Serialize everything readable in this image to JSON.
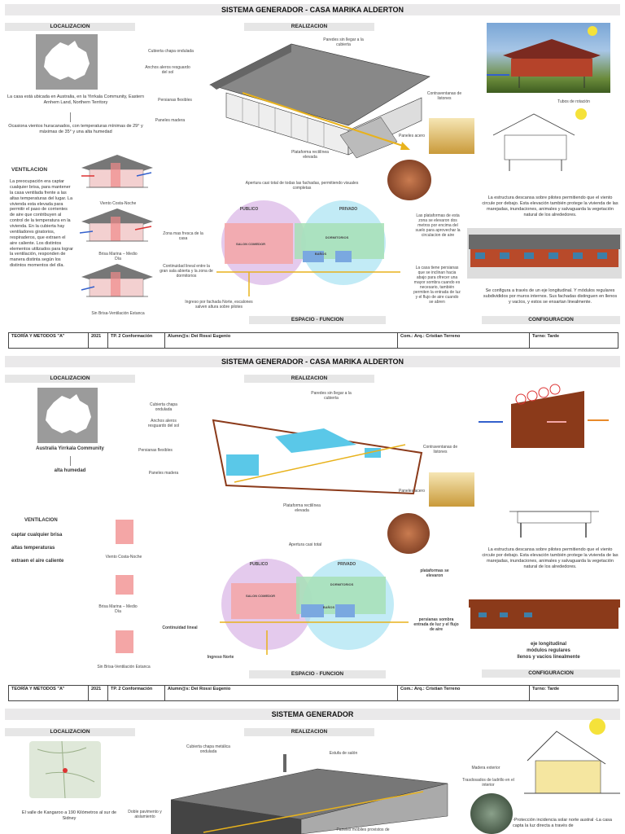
{
  "page1": {
    "title": "SISTEMA GENERADOR -  CASA MARIKA ALDERTON",
    "localizacion": "LOCALIZACION",
    "realizacion": "REALIZACION",
    "loc_text": "La casa está ubicada en Australia, en la Yirrkala Community, Eastern Arnhem Land, Northern Territory",
    "loc_text2": "Ocasiona vientos huracanados, con temperaturas mínimas de 29° y máximas de 35° y una alta humedad",
    "ventilacion": "VENTILACION",
    "vent_text": "La preocupación era captar cualquier brisa, para mantener la casa ventilada frente a las altas temperaturas del lugar. La vivienda esta elevada para permitir el paso de corrientes de aire que contribuyen al control de la temperatura en la vivienda. En la cubierta hay ventiladores giratorios, respiraderos, que extraen el aire caliente. Los distintos elementos utilizados para lograr la ventilación, responden de manera distinta según los distintos momentos del día.",
    "vent_labels": [
      "Viento Costa-Noche",
      "Brisa Marina – Medio Día",
      "Sin Brisa-Ventilación Estanca"
    ],
    "house_labels": {
      "cubierta": "Cubierta chapa ondulada",
      "aleros": "Anchos aleros resguardo del sol",
      "persianas": "Persianas flexibles",
      "paneles": "Paneles madera",
      "paredes": "Paredes sin llegar a la cubierta",
      "contraventanas": "Contraventanas de listones",
      "acero": "Paneles acero",
      "plataforma": "Plataforma rectilínea elevada"
    },
    "tubos": "Tubos de rotación",
    "estructura_text": "La estructura descansa sobre pilotes permitiendo que el viento circule por debajo. Esta elevación también protege la vivienda de las marejadas, inundaciones, animales y salvaguarda la vegetación natural de los alrededores.",
    "config_text": "Se configura a través de un eje longitudinal. Y módulos regulares subdivididos por muros internos. Sus fachadas distinguen en llenos y vacíos, y estos se ensartan linealmente.",
    "plan_top": "Apertura casi total de todas las fachadas, permitiendo visuales completas",
    "plan_labels": {
      "publico": "PUBLICO",
      "privado": "PRIVADO",
      "salon": "SALON COMEDOR",
      "dormitorios": "DORMITORIOS",
      "banos": "BAÑOS"
    },
    "plan_left": [
      "Zona mas fresca de la casa",
      "Continuidad lineal entre la gran sala abierta y la zona de dormitorios",
      "Ingreso por fachada Norte, escalones salven altura sobre pilotes"
    ],
    "plan_right": [
      "Las plataformas de esta zona se elevaron dos metros por encima del suelo para aprovechar la circulacion de aire",
      "La casa tiene persianas que se inclinan hacia abajo para ofrecer una mayor sombra cuando es necesario, también permiten la entrada de luz y el flujo de aire cuando se abren"
    ],
    "espacio": "ESPACIO - FUNCION",
    "configuracion": "CONFIGURACION"
  },
  "page2": {
    "title": "SISTEMA GENERADOR -  CASA MARIKA ALDERTON",
    "localizacion": "LOCALIZACION",
    "realizacion": "REALIZACION",
    "loc_text": "Australia Yirrkala Community",
    "loc_text2": "alta humedad",
    "ventilacion": "VENTILACION",
    "vent_items": [
      "captar cualquier brisa",
      "altas temperaturas",
      "extraen el aire caliente"
    ],
    "vent_labels": [
      "Viento Costa-Noche",
      "Brisa Marina – Medio Día",
      "Sin Brisa-Ventilación Estanca"
    ],
    "estructura_text": "La estructura descansa sobre pilotes permitiendo que el viento circule por debajo. Esta elevación también protege la vivienda de las marejadas, inundaciones, animales y salvaguarda la vegetación natural de los alrededores.",
    "config_text": [
      "eje longitudinal",
      "módulos regulares",
      "llenos y vacios linealmente"
    ],
    "plan_top": "Apertura casi total",
    "plan_left": [
      "Continuidad lineal",
      "Ingreso Norte"
    ],
    "plan_right": [
      "plataformas se elevaron",
      "persianas sombra entrada de luz y el flujo de aire"
    ],
    "espacio": "ESPACIO - FUNCION",
    "configuracion": "CONFIGURACION"
  },
  "footer": {
    "course": "TEORÍA Y METODOS \"A\"",
    "year": "2021",
    "tp": "TP. 2 Conformación",
    "alumnos": "Alumn@s: Dei Rossi Eugenio",
    "com": "Com.: Arq.: Cristian Terreno",
    "turno": "Turno: Tarde"
  },
  "page3": {
    "title": "SISTEMA GENERADOR",
    "localizacion": "LOCALIZACION",
    "realizacion": "REALIZACION",
    "loc_text": "El valle de Kangaroo a 190 Kilómetros al sur de Sidney",
    "labels": [
      "Cubierta chapa metálica ondulada",
      "Estufa de salón",
      "Madera exterior",
      "Trasdosados de ladrillo en el interior",
      "Doble pavimento y aislamiento",
      "Paneles móbiles provistos de"
    ],
    "proteccion": "-Protección incidencia solar norte austral -La casa capta la luz directa a través de"
  },
  "colors": {
    "publico": "#d9b3e6",
    "privado": "#a8e3f2",
    "salon": "#f4a6a6",
    "dorm": "#a7e1b6",
    "arrow": "#e8b21c",
    "brick": "#8b3a1a"
  }
}
